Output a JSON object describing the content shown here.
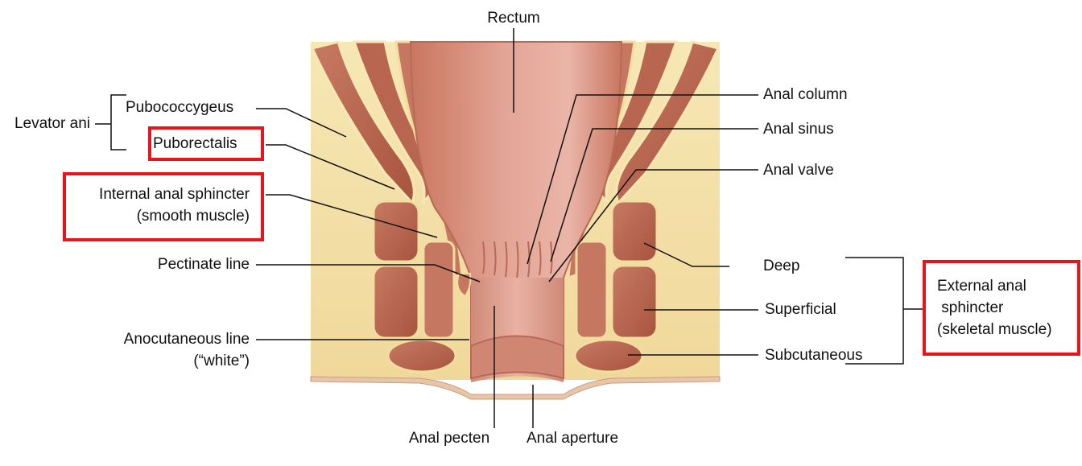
{
  "labels": {
    "rectum": "Rectum",
    "levator_ani": "Levator ani",
    "pubococcygeus": "Pubococcygeus",
    "puborectalis": "Puborectalis",
    "internal_sphincter_1": "Internal anal sphincter",
    "internal_sphincter_2": "(smooth muscle)",
    "pectinate_line": "Pectinate line",
    "anocutaneous_1": "Anocutaneous line",
    "anocutaneous_2": "(“white”)",
    "anal_pecten": "Anal pecten",
    "anal_aperture": "Anal aperture",
    "anal_column": "Anal column",
    "anal_sinus": "Anal sinus",
    "anal_valve": "Anal valve",
    "deep": "Deep",
    "superficial": "Superficial",
    "subcutaneous": "Subcutaneous",
    "external_1": "External anal",
    "external_2": " sphincter",
    "external_3": "(skeletal muscle)"
  },
  "colors": {
    "highlight_box": "#e8141b",
    "fat": "#f3e1a6",
    "muscle": "#b8654f",
    "mucosa": "#d48a7a",
    "leader": "#111111"
  }
}
